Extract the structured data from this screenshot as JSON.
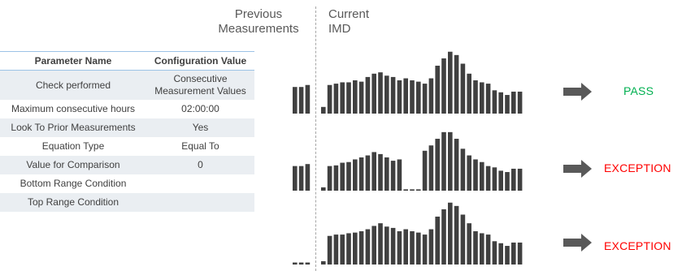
{
  "headers": {
    "previous": "Previous\nMeasurements",
    "current": "Current\nIMD"
  },
  "table": {
    "columns": [
      "Parameter Name",
      "Configuration Value"
    ],
    "rows": [
      {
        "name": "Check performed",
        "value": "Consecutive\nMeasurement Values"
      },
      {
        "name": "Maximum consecutive hours",
        "value": "02:00:00"
      },
      {
        "name": "Look To Prior Measurements",
        "value": "Yes"
      },
      {
        "name": "Equation Type",
        "value": "Equal To"
      },
      {
        "name": "Value for Comparison",
        "value": "0"
      },
      {
        "name": "Bottom Range Condition",
        "value": ""
      },
      {
        "name": "Top Range Condition",
        "value": ""
      }
    ]
  },
  "colors": {
    "bar": "#404040",
    "pass": "#00b050",
    "exception": "#ff0000",
    "arrow": "#595959",
    "table_border": "#9dc3e6"
  },
  "scenarios": [
    {
      "outcome": "PASS",
      "outcome_color": "#00b050",
      "previous": [
        0.4,
        0.4,
        0.43
      ],
      "current": [
        0.1,
        0.43,
        0.45,
        0.47,
        0.47,
        0.5,
        0.48,
        0.55,
        0.6,
        0.62,
        0.57,
        0.55,
        0.5,
        0.53,
        0.5,
        0.48,
        0.45,
        0.53,
        0.72,
        0.83,
        0.93,
        0.88,
        0.75,
        0.6,
        0.5,
        0.47,
        0.45,
        0.35,
        0.32,
        0.28,
        0.33,
        0.33
      ]
    },
    {
      "outcome": "EXCEPTION",
      "outcome_color": "#ff0000",
      "previous": [
        0.37,
        0.37,
        0.4
      ],
      "current": [
        0.05,
        0.37,
        0.38,
        0.42,
        0.43,
        0.47,
        0.5,
        0.53,
        0.58,
        0.55,
        0.5,
        0.45,
        0.47,
        0.02,
        0.02,
        0.02,
        0.6,
        0.68,
        0.78,
        0.88,
        0.88,
        0.78,
        0.63,
        0.53,
        0.47,
        0.43,
        0.37,
        0.35,
        0.3,
        0.28,
        0.33,
        0.33
      ]
    },
    {
      "outcome": "EXCEPTION",
      "outcome_color": "#ff0000",
      "previous": [
        0.03,
        0.03,
        0.03
      ],
      "current": [
        0.05,
        0.43,
        0.45,
        0.45,
        0.47,
        0.48,
        0.5,
        0.53,
        0.58,
        0.62,
        0.57,
        0.55,
        0.5,
        0.53,
        0.5,
        0.48,
        0.45,
        0.53,
        0.72,
        0.83,
        0.93,
        0.88,
        0.75,
        0.62,
        0.5,
        0.47,
        0.45,
        0.35,
        0.32,
        0.28,
        0.33,
        0.33
      ]
    }
  ]
}
